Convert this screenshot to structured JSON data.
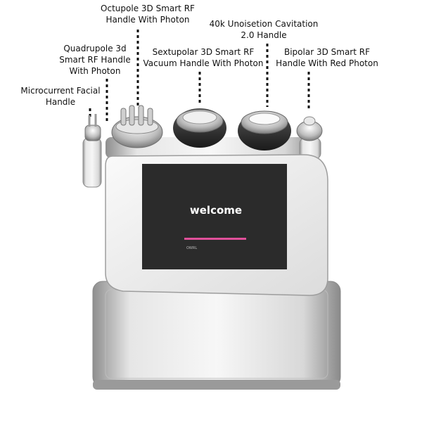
{
  "labels": {
    "octupole": "Octupole 3D Smart RF\nHandle With Photon",
    "cavitation": "40k Unoisetion Cavitation\n2.0 Handle",
    "quadrupole": "Quadrupole 3d\nSmart RF Handle\nWith Photon",
    "sextupolar": "Sextupolar 3D Smart RF\nVacuum Handle With Photon",
    "bipolar": "Bipolar 3D Smart RF\nHandle With Red Photon",
    "microcurrent": "Microcurrent Facial\nHandle"
  },
  "screen": {
    "welcome": "welcome",
    "status": "OWRL"
  },
  "colors": {
    "screen_bg": "#2b2b2b",
    "progress": "#e0509a",
    "body_silver": "#d9d9d9",
    "panel_white": "#f3f3f3"
  }
}
